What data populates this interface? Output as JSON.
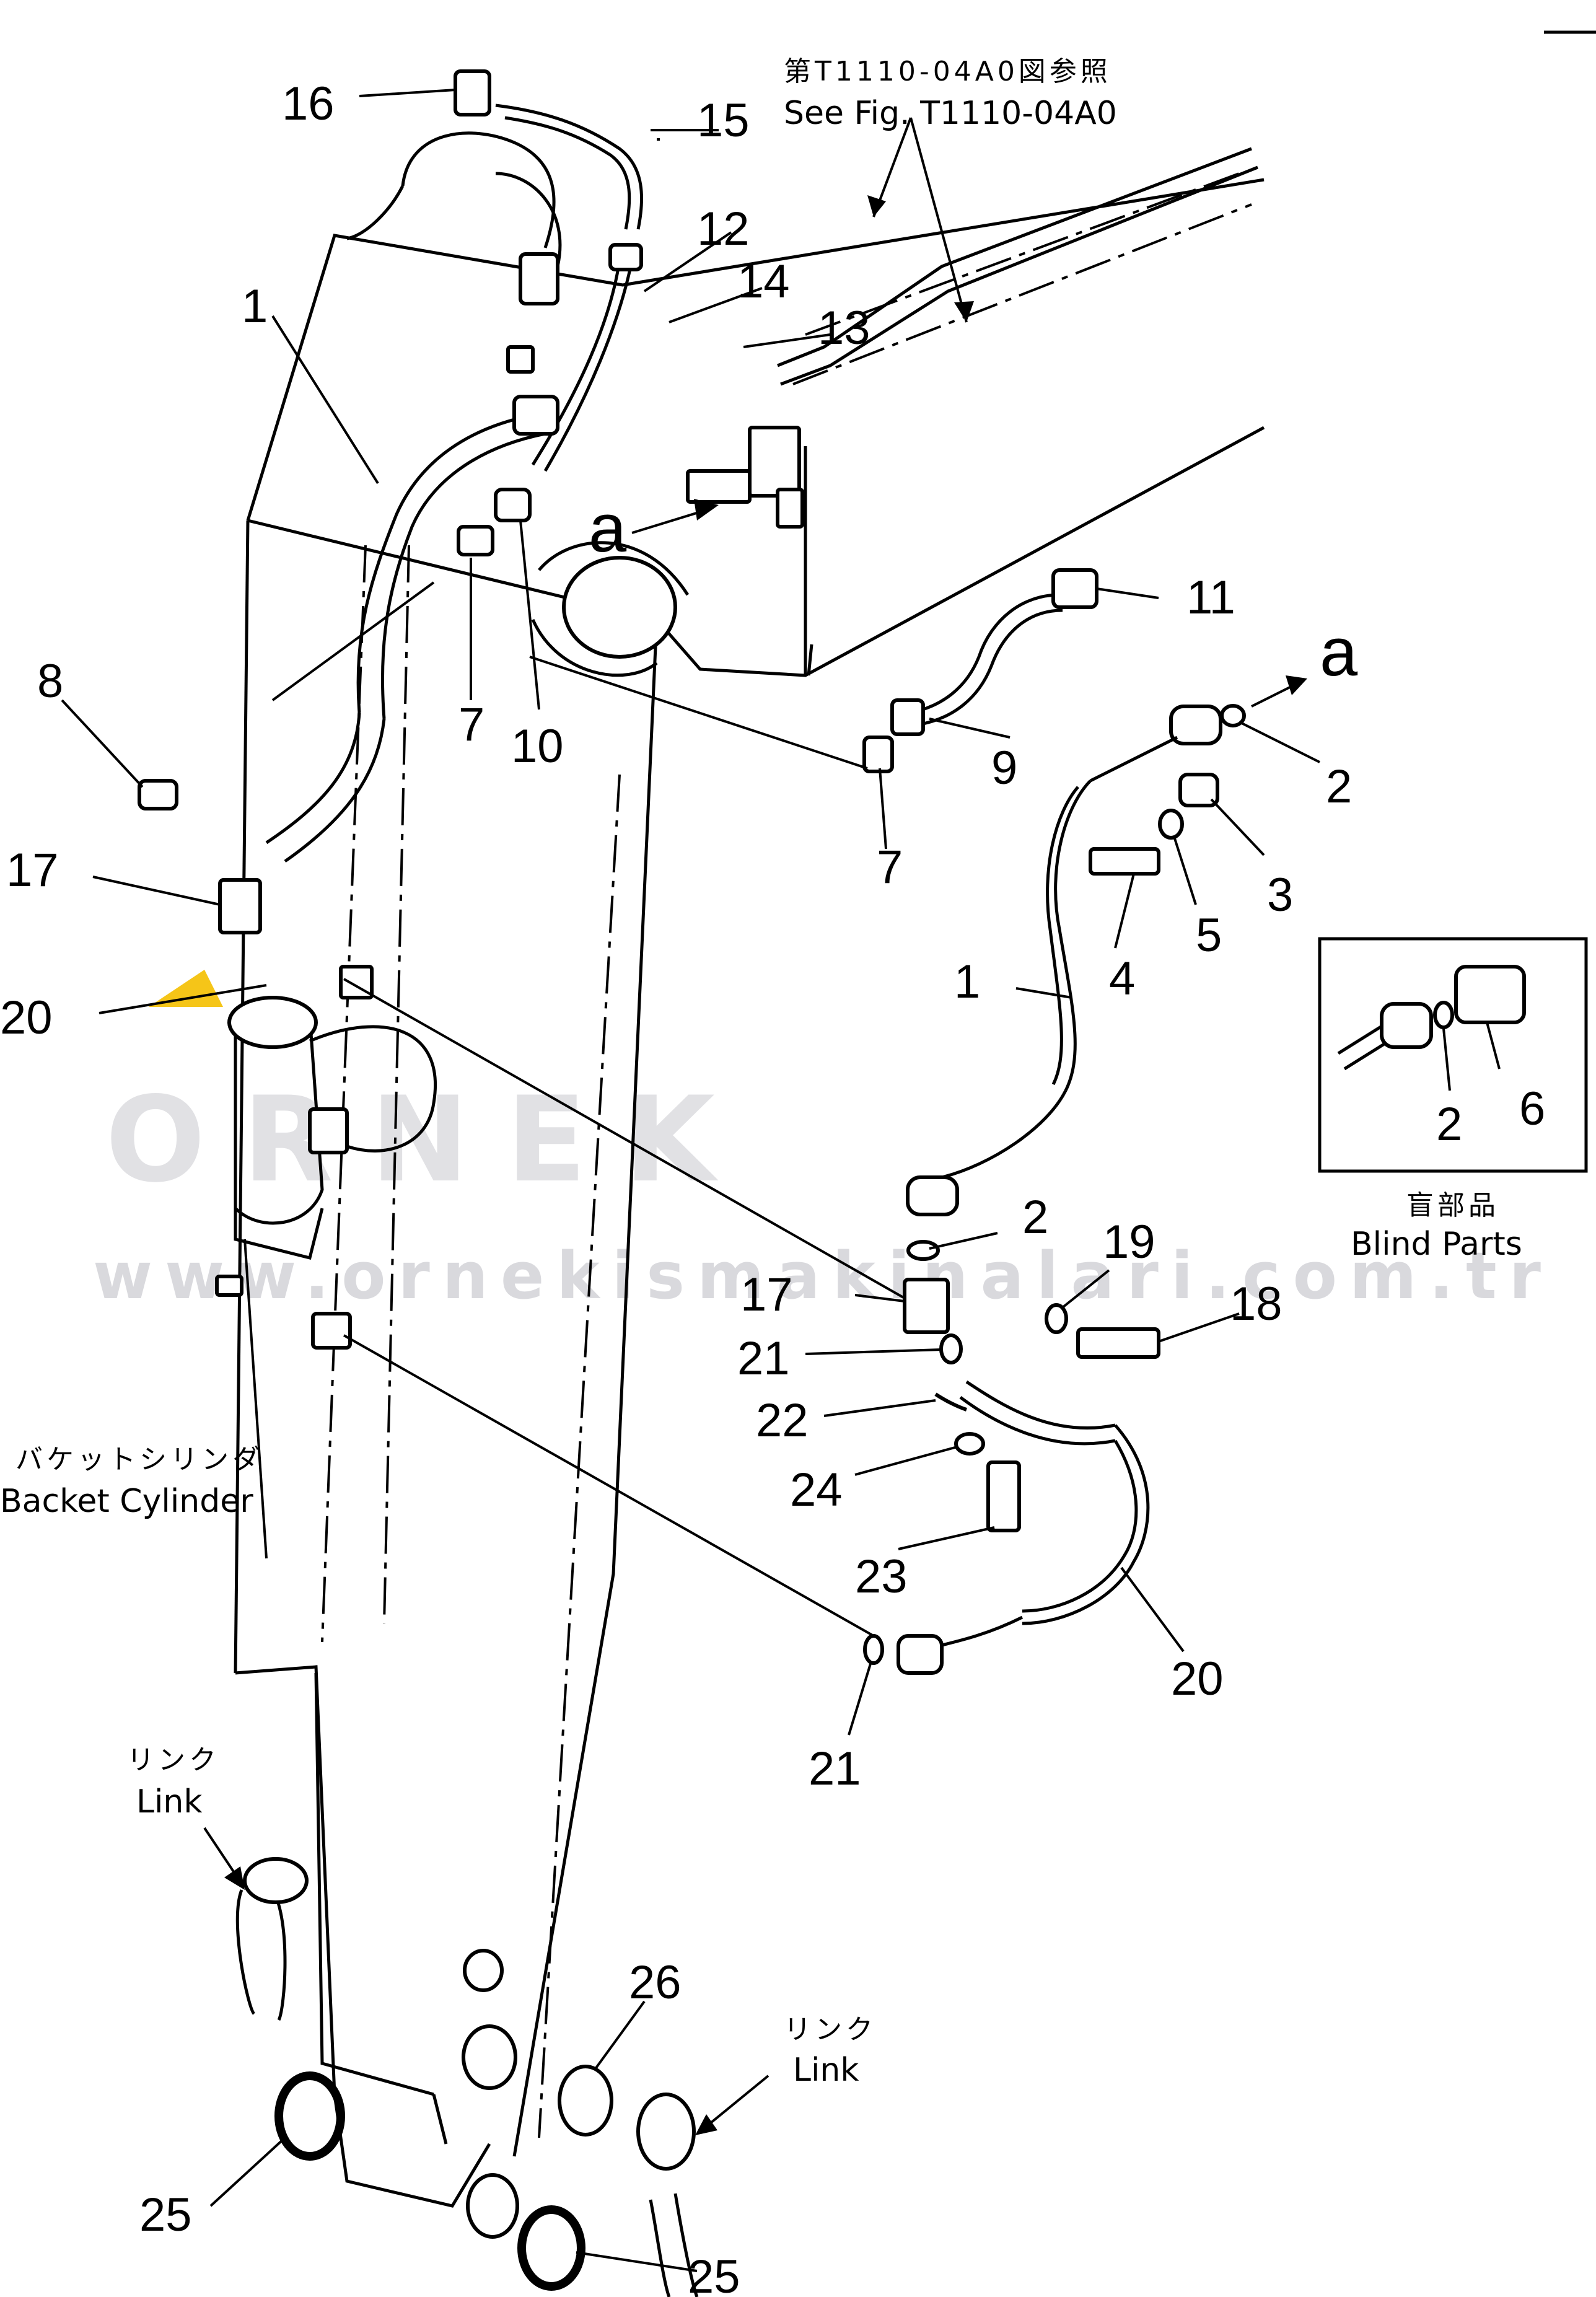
{
  "reference": {
    "japanese": "第T1110-04A0図参照",
    "english": "See Fig. T1110-04A0"
  },
  "callouts": [
    {
      "id": "a-upper",
      "text": "a"
    },
    {
      "id": "a-right",
      "text": "a"
    }
  ],
  "part_numbers": [
    {
      "id": "p16",
      "text": "16"
    },
    {
      "id": "p15",
      "text": "15"
    },
    {
      "id": "p12",
      "text": "12"
    },
    {
      "id": "p14",
      "text": "14"
    },
    {
      "id": "p13",
      "text": "13"
    },
    {
      "id": "p1-top",
      "text": "1"
    },
    {
      "id": "p11",
      "text": "11"
    },
    {
      "id": "p8",
      "text": "8"
    },
    {
      "id": "p7-left",
      "text": "7"
    },
    {
      "id": "p10",
      "text": "10"
    },
    {
      "id": "p9",
      "text": "9"
    },
    {
      "id": "p2-top",
      "text": "2"
    },
    {
      "id": "p7-right",
      "text": "7"
    },
    {
      "id": "p3",
      "text": "3"
    },
    {
      "id": "p17-left",
      "text": "17"
    },
    {
      "id": "p5",
      "text": "5"
    },
    {
      "id": "p4",
      "text": "4"
    },
    {
      "id": "p1-mid",
      "text": "1"
    },
    {
      "id": "p20-left",
      "text": "20"
    },
    {
      "id": "p2-blind",
      "text": "2"
    },
    {
      "id": "p6",
      "text": "6"
    },
    {
      "id": "p2-mid",
      "text": "2"
    },
    {
      "id": "p19",
      "text": "19"
    },
    {
      "id": "p17-mid",
      "text": "17"
    },
    {
      "id": "p18",
      "text": "18"
    },
    {
      "id": "p21-top",
      "text": "21"
    },
    {
      "id": "p22",
      "text": "22"
    },
    {
      "id": "p24",
      "text": "24"
    },
    {
      "id": "p23",
      "text": "23"
    },
    {
      "id": "p20-right",
      "text": "20"
    },
    {
      "id": "p21-bottom",
      "text": "21"
    },
    {
      "id": "p26",
      "text": "26"
    },
    {
      "id": "p25-left",
      "text": "25"
    },
    {
      "id": "p25-right",
      "text": "25"
    }
  ],
  "blind_parts": {
    "japanese": "盲部品",
    "english": "Blind Parts"
  },
  "bucket_cylinder": {
    "japanese": "バケットシリンダ",
    "english": "Backet Cylinder"
  },
  "link_left": {
    "japanese": "リンク",
    "english": "Link"
  },
  "link_right": {
    "japanese": "リンク",
    "english": "Link"
  },
  "watermark": {
    "brand": "ORNEK",
    "url": "www.ornekismakinalari.com.tr",
    "accent_color": "#f5c518",
    "text_color": "#c9c9ce"
  }
}
